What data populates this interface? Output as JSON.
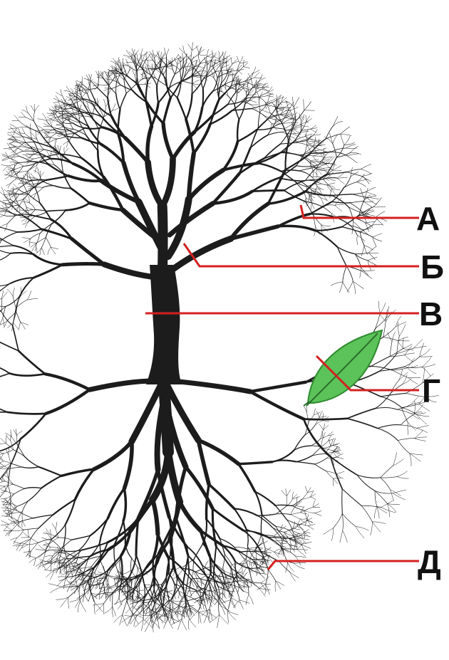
{
  "diagram": {
    "labels": [
      {
        "id": "A",
        "text": "А"
      },
      {
        "id": "B",
        "text": "Б"
      },
      {
        "id": "V",
        "text": "В"
      },
      {
        "id": "G",
        "text": "Г"
      },
      {
        "id": "D",
        "text": "Д"
      }
    ]
  },
  "colors": {
    "tree": "#1c1c1c",
    "leader_line": "#d42020",
    "leaf_dark": "#2f8a2f",
    "leaf_light": "#5cc25a",
    "background": "#ffffff",
    "label_text": "#111111"
  }
}
